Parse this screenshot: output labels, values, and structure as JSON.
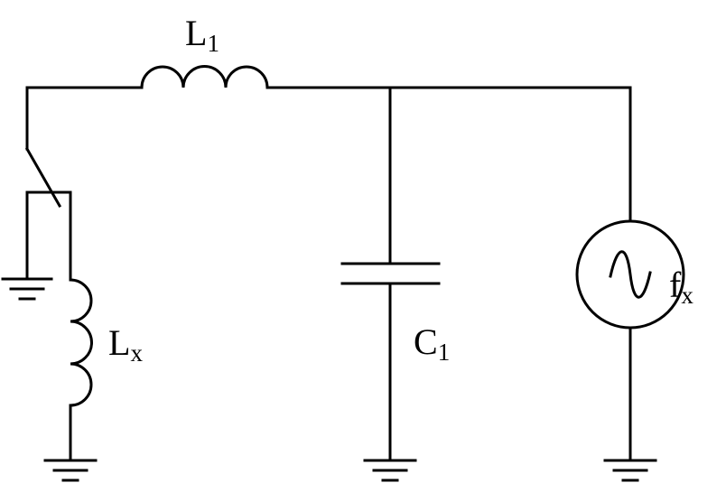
{
  "labels": {
    "inductor_top": {
      "base": "L",
      "sub": "1"
    },
    "inductor_left": {
      "base": "L",
      "sub": "x"
    },
    "capacitor": {
      "base": "C",
      "sub": "1"
    },
    "source": {
      "base": "f",
      "sub": "x"
    }
  },
  "colors": {
    "line": "#000000",
    "background": "#ffffff"
  }
}
